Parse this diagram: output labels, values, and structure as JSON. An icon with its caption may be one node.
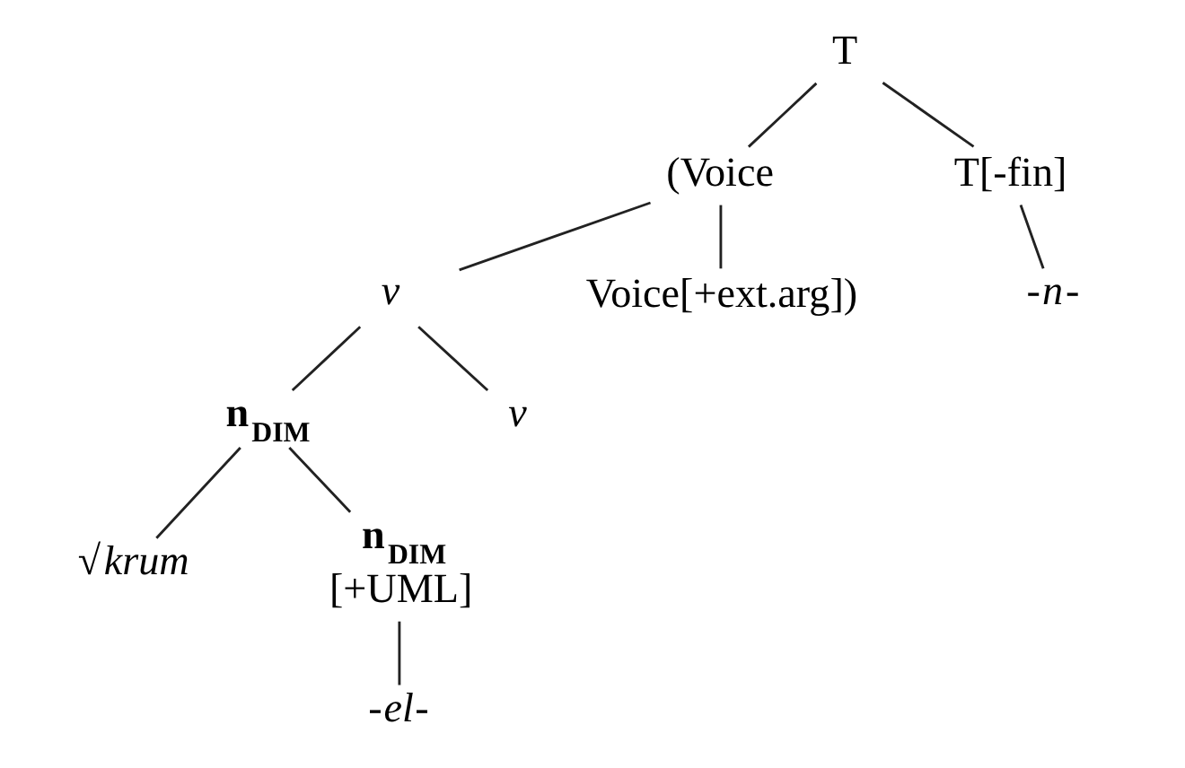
{
  "diagram": {
    "nodes": [
      {
        "text": [
          "T"
        ]
      },
      {
        "text": [
          "(Voice"
        ]
      },
      {
        "text": [
          "T[-fin]"
        ]
      },
      {
        "text": [
          "-*n*-"
        ]
      },
      {
        "text": [
          "v"
        ]
      },
      {
        "text": [
          "Voice[+ext.arg])"
        ]
      },
      {
        "text": [
          "n$_{DIM}$"
        ]
      },
      {
        "text": [
          "v"
        ]
      },
      {
        "text": [
          "√*krum*"
        ]
      },
      {
        "text": [
          "n$_{DIM}$",
          "[+UML]"
        ]
      },
      {
        "text": [
          "-*el*-"
        ]
      }
    ],
    "edges": [
      {
        "from": 0,
        "to": 1,
        "arrow": "none"
      },
      {
        "from": 0,
        "to": 2,
        "arrow": "none"
      },
      {
        "from": 2,
        "to": 3,
        "arrow": "none"
      },
      {
        "from": 1,
        "to": 4,
        "arrow": "none"
      },
      {
        "from": 1,
        "to": 5,
        "arrow": "none"
      },
      {
        "from": 4,
        "to": 6,
        "arrow": "none"
      },
      {
        "from": 4,
        "to": 7,
        "arrow": "none"
      },
      {
        "from": 6,
        "to": 8,
        "arrow": "none"
      },
      {
        "from": 6,
        "to": 9,
        "arrow": "none"
      },
      {
        "from": 9,
        "to": 10,
        "arrow": "none"
      }
    ]
  }
}
